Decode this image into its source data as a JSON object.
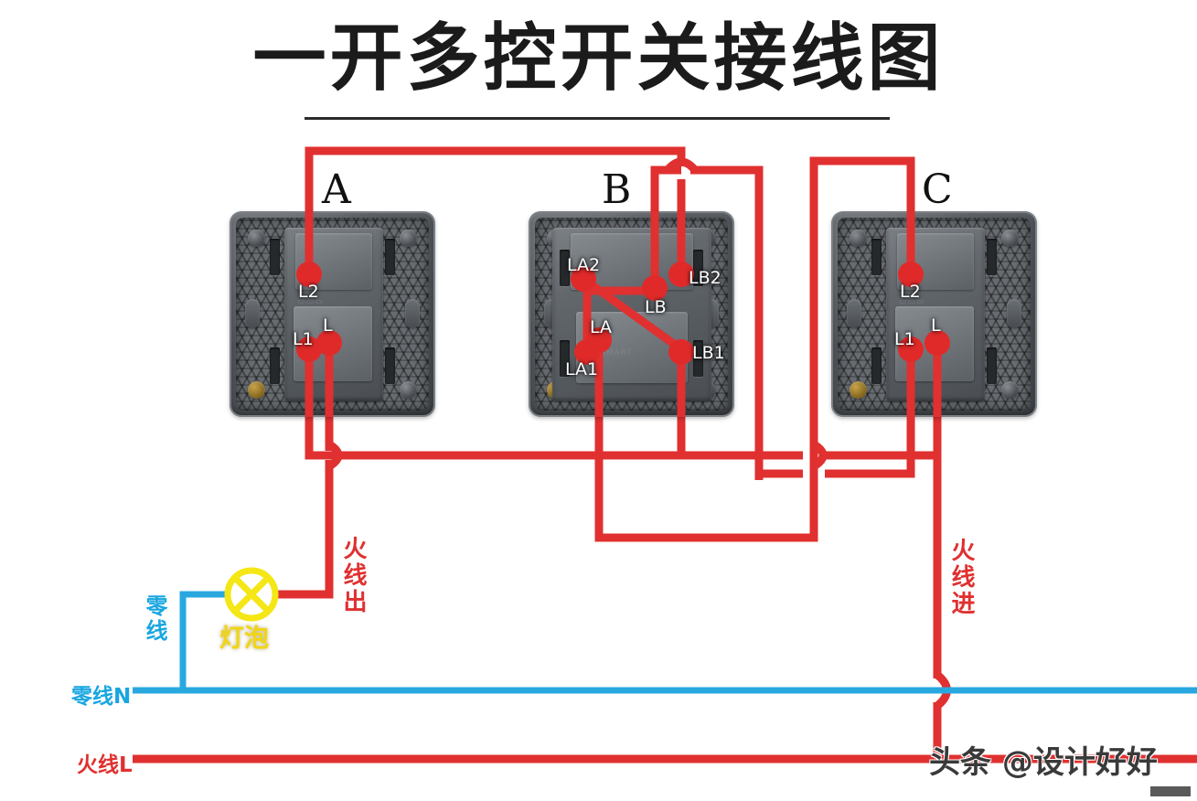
{
  "title": "一开多控开关接线图",
  "watermark": "头条 @设计好好",
  "colors": {
    "live_red": "#e03030",
    "neutral_blue": "#29a8e0",
    "bulb_yellow": "#f5e616",
    "terminal_red": "#e02a2a",
    "plate_gray": "#55595e",
    "title_black": "#1b1b1b"
  },
  "switches": [
    {
      "id": "A",
      "letter": "A",
      "type": "one-gang two-way switch",
      "terminals": [
        {
          "name": "L2",
          "label": "L2"
        },
        {
          "name": "L1",
          "label": "L1"
        },
        {
          "name": "L",
          "label": "L"
        }
      ]
    },
    {
      "id": "B",
      "letter": "B",
      "type": "one-gang multi-control (intermediate) switch",
      "terminals": [
        {
          "name": "LA2",
          "label": "LA2"
        },
        {
          "name": "LB2",
          "label": "LB2"
        },
        {
          "name": "LB",
          "label": "LB"
        },
        {
          "name": "LA",
          "label": "LA"
        },
        {
          "name": "LA1",
          "label": "LA1"
        },
        {
          "name": "LB1",
          "label": "LB1"
        }
      ]
    },
    {
      "id": "C",
      "letter": "C",
      "type": "one-gang two-way switch",
      "terminals": [
        {
          "name": "L2",
          "label": "L2"
        },
        {
          "name": "L1",
          "label": "L1"
        },
        {
          "name": "L",
          "label": "L"
        }
      ]
    }
  ],
  "labels": {
    "live_out": "火线出",
    "live_in": "火线进",
    "neutral_branch": "零线",
    "bulb": "灯泡",
    "neutral_bus": "零线N",
    "live_bus": "火线L"
  },
  "bulb": {
    "name": "灯泡",
    "symbol": "crossed-circle-lamp"
  },
  "buses": [
    {
      "name": "零线N",
      "kind": "neutral",
      "color": "#29a8e0"
    },
    {
      "name": "火线L",
      "kind": "live",
      "color": "#e03030"
    }
  ],
  "connections": [
    {
      "from": "A.L2",
      "to": "B.LB",
      "via": "top rail"
    },
    {
      "from": "B.LB2",
      "to": "C.L2",
      "via": "top-right rail"
    },
    {
      "from": "A.L1",
      "to": "B.LB1",
      "via": "lower rail"
    },
    {
      "from": "B.LA",
      "to": "C.L1",
      "via": "bottom loop"
    },
    {
      "from": "B.LA2",
      "to": "B.LB1",
      "via": "internal cross"
    },
    {
      "from": "B.LB",
      "to": "B.LA1",
      "via": "internal cross"
    },
    {
      "from": "A.L",
      "to": "bulb",
      "via": "火线出"
    },
    {
      "from": "bulb",
      "to": "零线N",
      "via": "零线"
    },
    {
      "from": "C.L",
      "to": "火线L",
      "via": "火线进"
    }
  ]
}
